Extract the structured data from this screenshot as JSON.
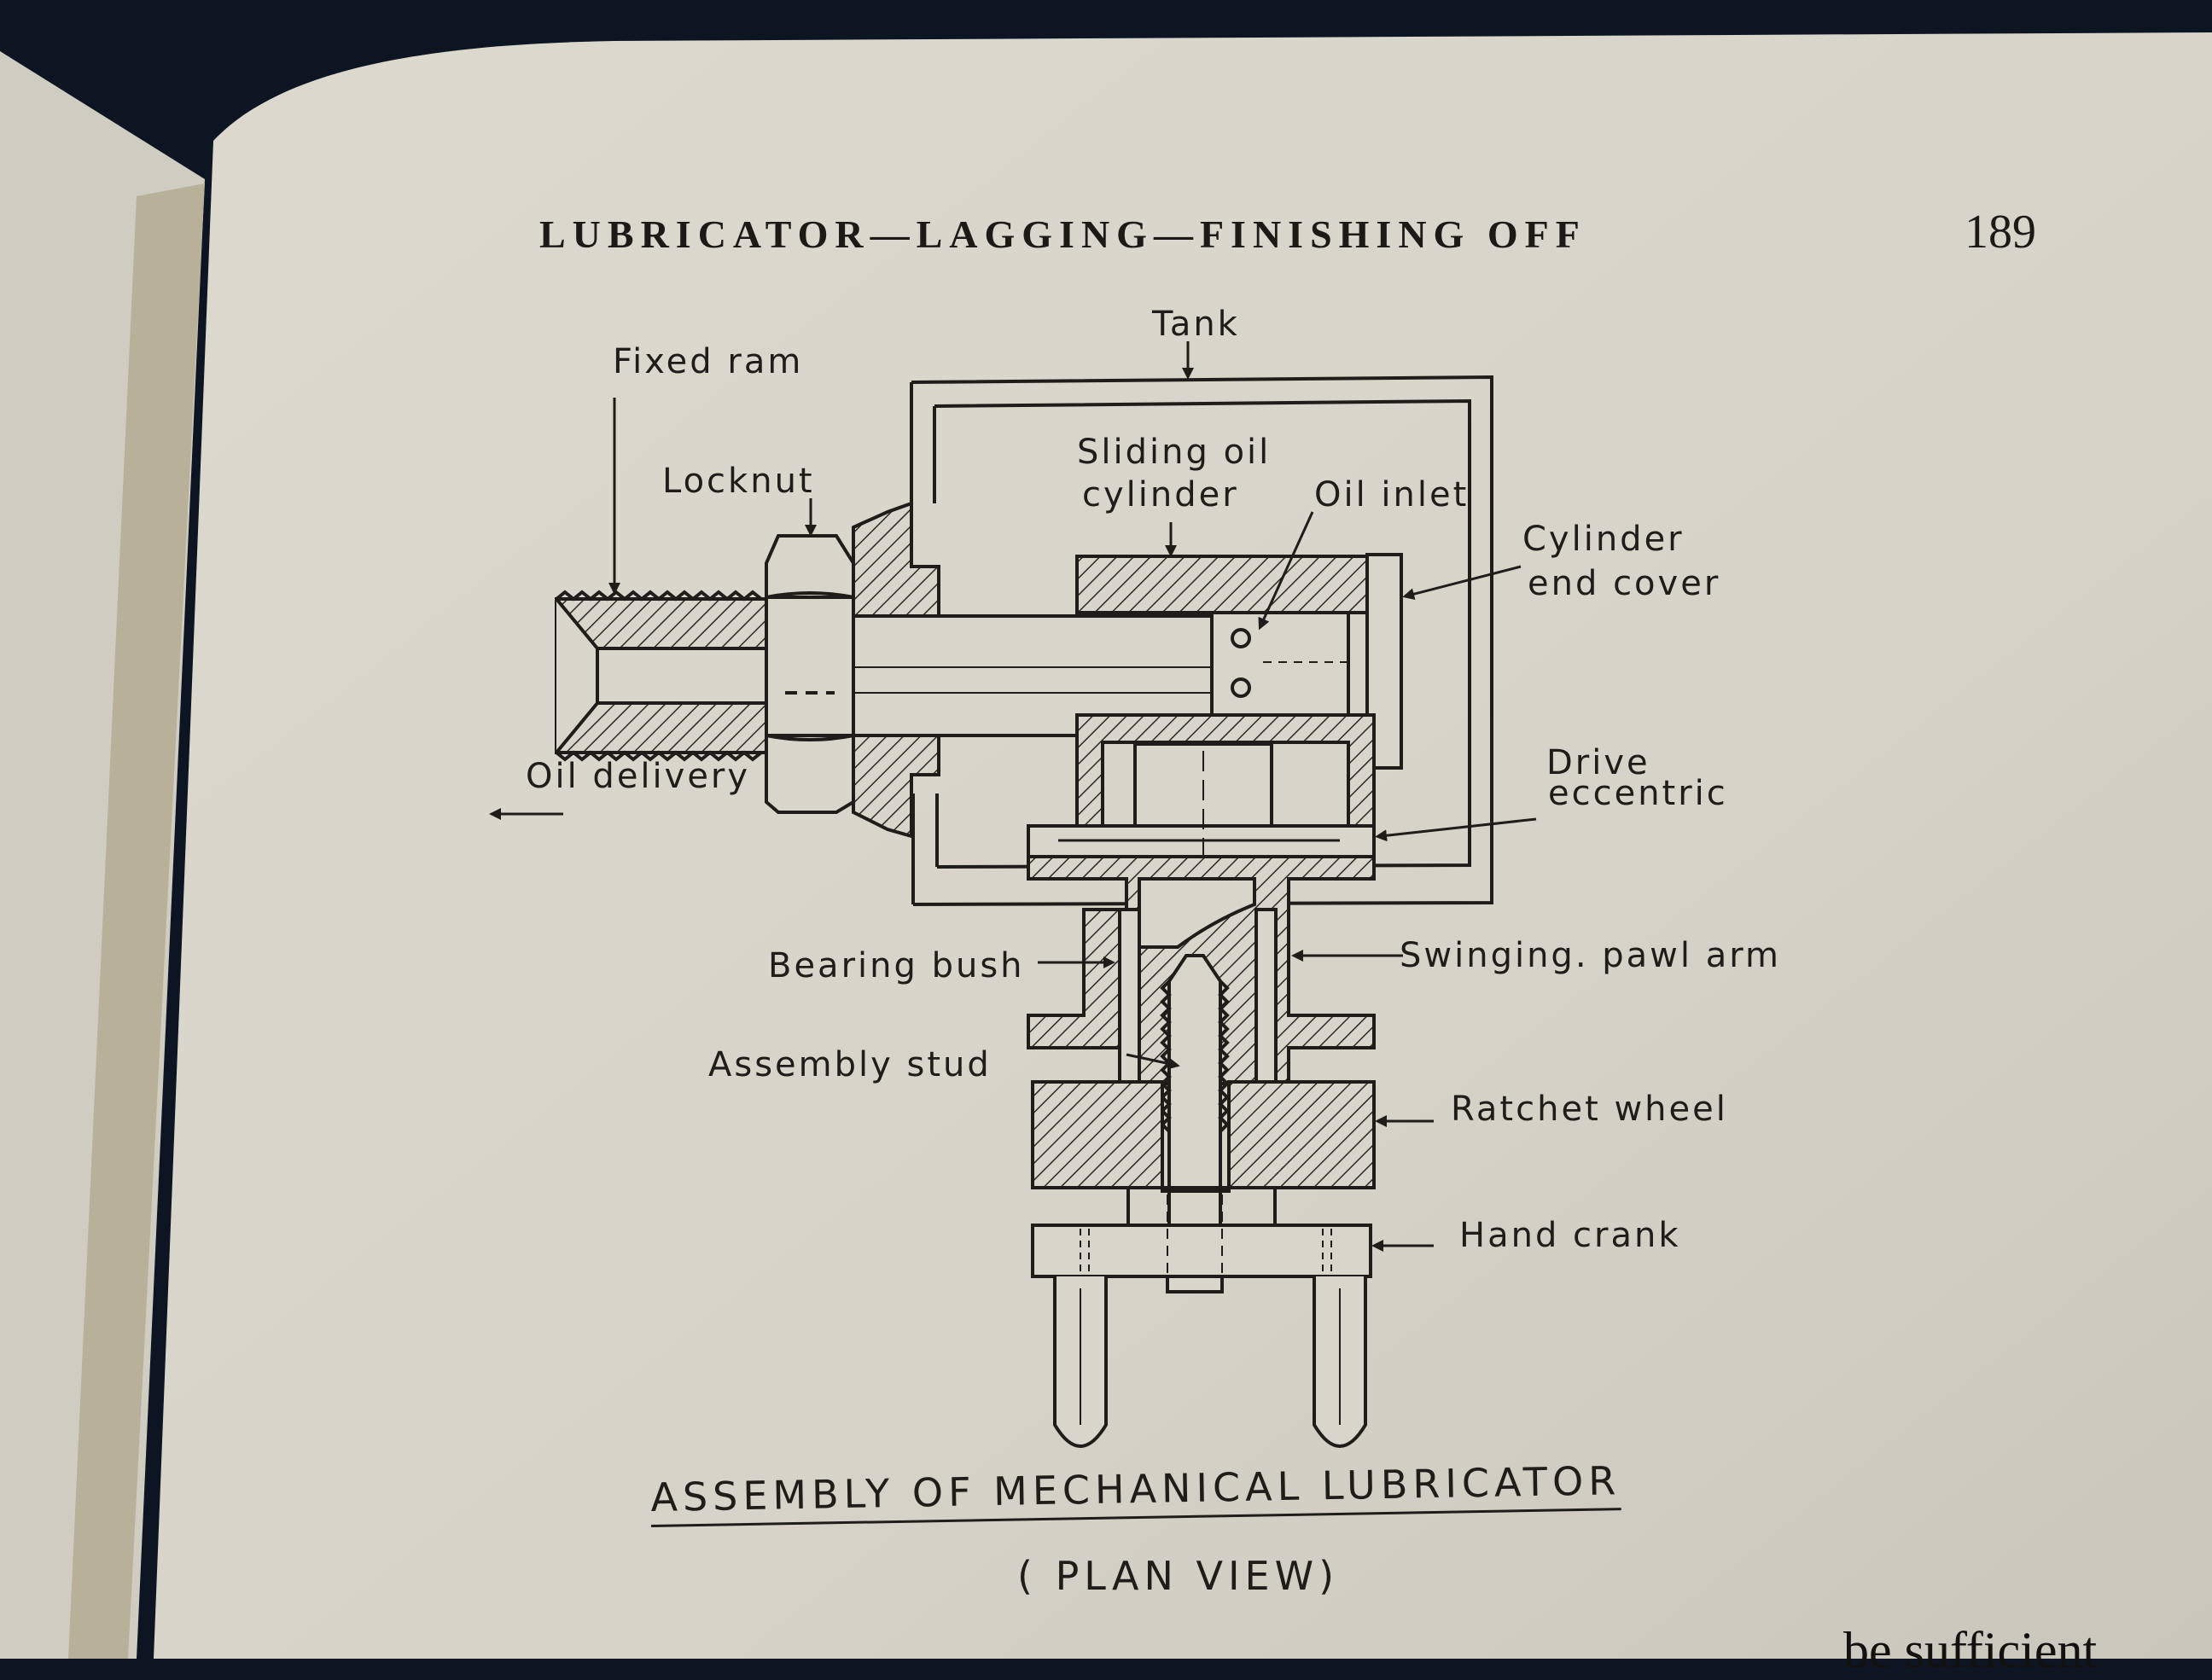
{
  "page": {
    "running_head": "LUBRICATOR—LAGGING—FINISHING OFF",
    "page_number": "189"
  },
  "figure": {
    "labels": {
      "tank": "Tank",
      "fixed_ram": "Fixed ram",
      "locknut": "Locknut",
      "sliding_oil_cylinder_1": "Sliding oil",
      "sliding_oil_cylinder_2": "cylinder",
      "oil_inlet": "Oil inlet",
      "cylinder_end_cover_1": "Cylinder",
      "cylinder_end_cover_2": "end cover",
      "oil_delivery": "Oil delivery",
      "drive_eccentric_1": "Drive",
      "drive_eccentric_2": "eccentric",
      "bearing_bush": "Bearing bush",
      "swinging_pawl_arm": "Swinging. pawl arm",
      "assembly_stud": "Assembly stud",
      "ratchet_wheel": "Ratchet wheel",
      "hand_crank": "Hand crank"
    },
    "caption_title": "ASSEMBLY OF MECHANICAL LUBRICATOR",
    "caption_subtitle": "( PLAN VIEW)"
  },
  "page_bottom_fragment": "be sufficient",
  "colors": {
    "paper": "#d9d6cc",
    "ink": "#1e1d1a",
    "background": "#0d1522"
  }
}
